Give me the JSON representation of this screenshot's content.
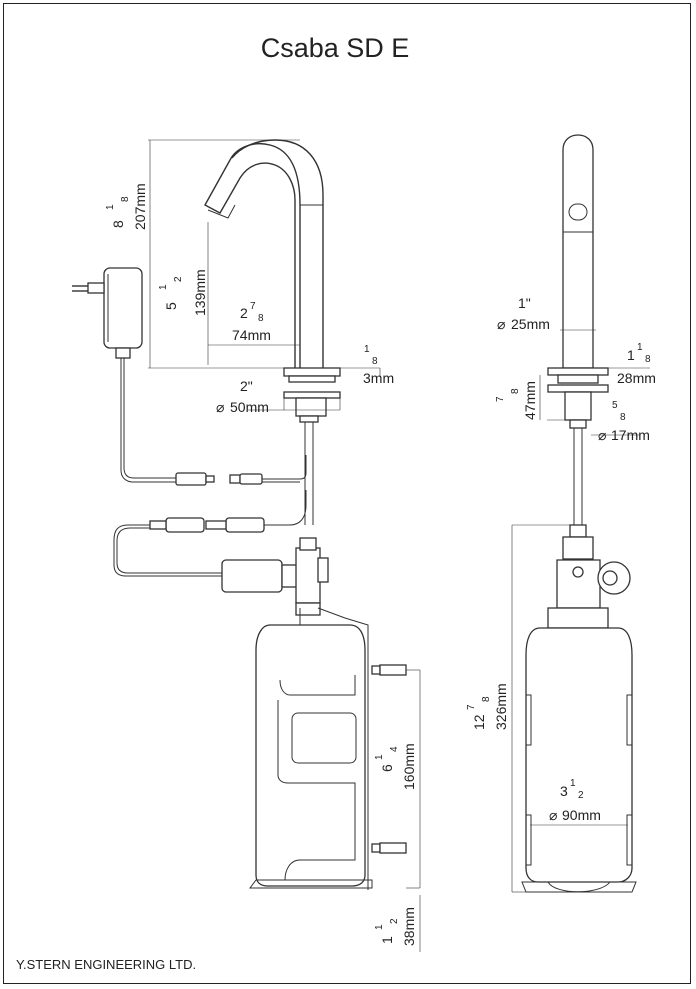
{
  "title": "Csaba SD E",
  "footer": "Y.STERN ENGINEERING LTD.",
  "side_view": {
    "height_total": {
      "inch_whole": "8",
      "inch_num": "1",
      "inch_den": "8",
      "mm": "207mm"
    },
    "spout_height": {
      "inch_whole": "5",
      "inch_num": "1",
      "inch_den": "2",
      "mm": "139mm"
    },
    "reach": {
      "inch_whole": "2",
      "inch_num": "7",
      "inch_den": "8",
      "mm": "74mm"
    },
    "deck_thickness": {
      "inch_num": "1",
      "inch_den": "8",
      "mm": "3mm"
    },
    "base_diameter": {
      "inch": "2\"",
      "mm": "50mm"
    },
    "lower_box_height": {
      "inch_whole": "6",
      "inch_num": "1",
      "inch_den": "4",
      "mm": "160mm"
    },
    "feet_height": {
      "inch_whole": "1",
      "inch_num": "1",
      "inch_den": "2",
      "mm": "38mm"
    }
  },
  "front_view": {
    "spout_diameter": {
      "inch": "1\"",
      "mm": "25mm"
    },
    "deck_plate": {
      "inch_whole": "1",
      "inch_num": "1",
      "inch_den": "8",
      "mm": "28mm"
    },
    "shank_height": {
      "inch_num": "7",
      "inch_den": "8",
      "mm": "47mm"
    },
    "shank_diameter": {
      "inch_num": "5",
      "inch_den": "8",
      "mm": "17mm"
    },
    "box_height": {
      "inch_whole": "12",
      "inch_num": "7",
      "inch_den": "8",
      "mm": "326mm"
    },
    "box_width": {
      "inch_whole": "3",
      "inch_num": "1",
      "inch_den": "2",
      "mm": "90mm"
    }
  },
  "symbols": {
    "diameter": "⌀",
    "inch_mark": "\""
  }
}
